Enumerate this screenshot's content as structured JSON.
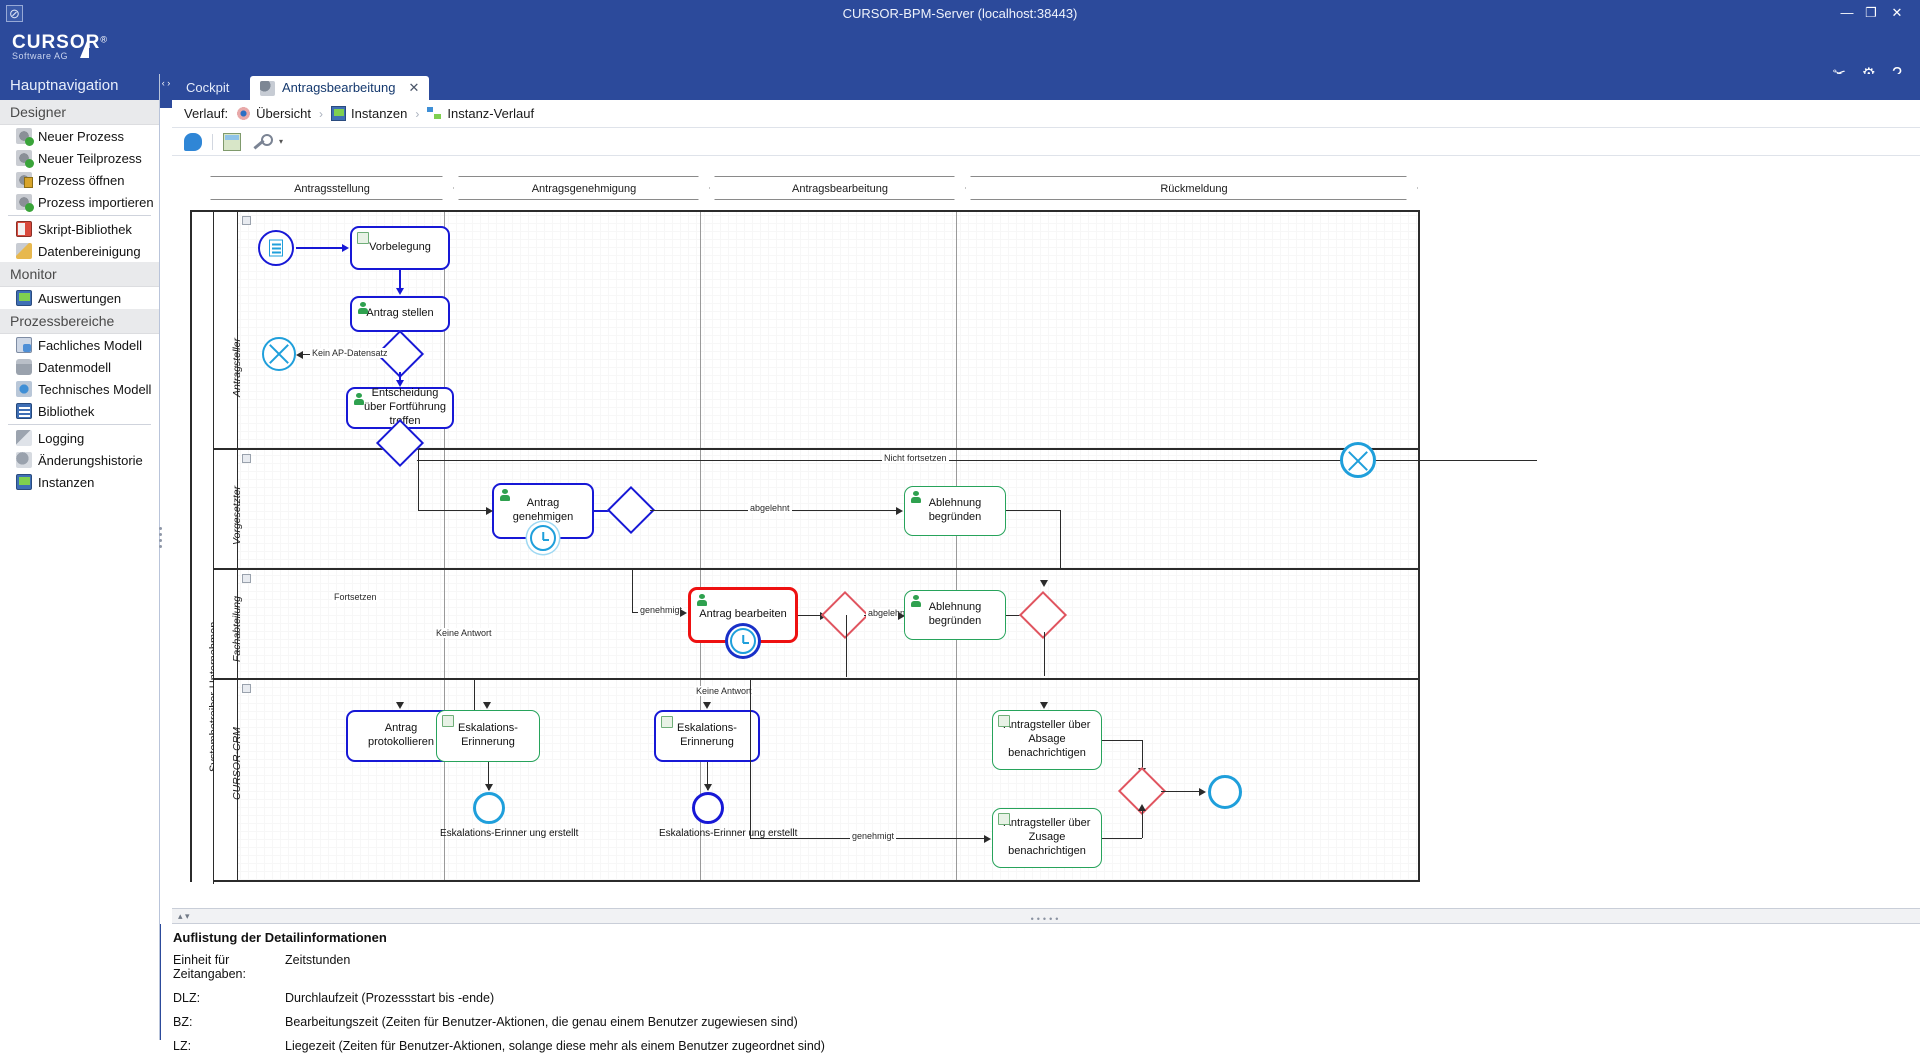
{
  "window": {
    "title": "CURSOR-BPM-Server (localhost:38443)",
    "minimize": "—",
    "maximize": "❐",
    "close": "✕",
    "app_icon": "circle-slash-icon",
    "header_icons": [
      "tools-icon",
      "gear-lock-icon",
      "help-icon"
    ],
    "header_icon_glyphs": [
      "✂",
      "⚙",
      "?"
    ]
  },
  "brand": {
    "name": "CURSOR",
    "trademark": "®",
    "subtitle": "Software AG"
  },
  "sidebar": {
    "title": "Hauptnavigation",
    "collapse_glyph": "‹ ›",
    "groups": [
      {
        "label": "Designer",
        "items": [
          {
            "label": "Neuer Prozess",
            "icon": "gearplus"
          },
          {
            "label": "Neuer Teilprozess",
            "icon": "gearplus"
          },
          {
            "label": "Prozess öffnen",
            "icon": "gearlock"
          },
          {
            "label": "Prozess importieren",
            "icon": "gearplus"
          },
          {
            "label": "Skript-Bibliothek",
            "icon": "script",
            "after_sep": false,
            "before_sep": true
          },
          {
            "label": "Datenbereinigung",
            "icon": "broom"
          }
        ]
      },
      {
        "label": "Monitor",
        "items": [
          {
            "label": "Auswertungen",
            "icon": "monitor"
          }
        ]
      },
      {
        "label": "Prozessbereiche",
        "items": [
          {
            "label": "Fachliches Modell",
            "icon": "model"
          },
          {
            "label": "Datenmodell",
            "icon": "db"
          },
          {
            "label": "Technisches Modell",
            "icon": "cog"
          },
          {
            "label": "Bibliothek",
            "icon": "book",
            "before_sep": false
          },
          {
            "label": "Logging",
            "icon": "log",
            "before_sep": true
          },
          {
            "label": "Änderungshistorie",
            "icon": "hist"
          },
          {
            "label": "Instanzen",
            "icon": "monitor"
          }
        ]
      }
    ]
  },
  "tabs": [
    {
      "label": "Cockpit",
      "active": false,
      "closable": false
    },
    {
      "label": "Antragsbearbeitung",
      "active": true,
      "closable": true,
      "close_glyph": "✕"
    }
  ],
  "breadcrumb": {
    "prefix": "Verlauf:",
    "separator": "›",
    "items": [
      {
        "label": "Übersicht",
        "icon": "eye-icon"
      },
      {
        "label": "Instanzen",
        "icon": "monitor-icon"
      },
      {
        "label": "Instanz-Verlauf",
        "icon": "flow-icon"
      }
    ]
  },
  "toolbar": {
    "buttons": [
      {
        "name": "comment-icon"
      },
      {
        "name": "screenshot-icon"
      },
      {
        "name": "wrench-icon",
        "caret": "▾"
      }
    ]
  },
  "diagram": {
    "phases": [
      "Antragsstellung",
      "Antragsgenehmigung",
      "Antragsbearbeitung",
      "Rückmeldung"
    ],
    "pool": "Systembetreiber-Unternehmen",
    "lanes": [
      "Antragsteller",
      "Vorgesetzter",
      "Fachabteilung",
      "CURSOR-CRM"
    ],
    "tasks": {
      "vorbelegung": "Vorbelegung",
      "antrag_stellen": "Antrag stellen",
      "entscheidung": "Entscheidung über Fortführung treffen",
      "antrag_genehmigen": "Antrag genehmigen",
      "ablehnung_begruenden_1": "Ablehnung begründen",
      "antrag_bearbeiten": "Antrag bearbeiten",
      "ablehnung_begruenden_2": "Ablehnung begründen",
      "antrag_protokollieren": "Antrag protokollieren",
      "eskalation_1": "Eskalations-Erinnerung",
      "eskalation_2": "Eskalations-Erinnerung",
      "absage": "Antragsteller über Absage benachrichtigen",
      "zusage": "Antragsteller über Zusage benachrichtigen"
    },
    "edge_labels": {
      "kein_ap": "Kein AP-Datensatz",
      "nicht_fortsetzen": "Nicht fortsetzen",
      "fortsetzen": "Fortsetzen",
      "abgelehnt_1": "abgelehnt",
      "abgelehnt_2": "abgelehnt",
      "genehmigt_1": "genehmigt",
      "genehmigt_2": "genehmigt",
      "keine_antwort_1": "Keine Antwort",
      "keine_antwort_2": "Keine Antwort"
    },
    "event_captions": {
      "eskal_erstellt_1": "Eskalations-Erinner ung erstellt",
      "eskal_erstellt_2": "Eskalations-Erinner ung erstellt"
    },
    "colors": {
      "active_blue": "#1718d6",
      "completed_green": "#27a35b",
      "current_red": "#ee1111",
      "event_cyan": "#1f9fdb",
      "gateway_red": "#e0545f"
    }
  },
  "detail": {
    "title": "Auflistung der Detailinformationen",
    "rows": [
      {
        "key": "Einheit für Zeitangaben:",
        "value": "Zeitstunden"
      },
      {
        "key": "DLZ:",
        "value": "Durchlaufzeit (Prozessstart bis -ende)"
      },
      {
        "key": "BZ:",
        "value": "Bearbeitungszeit (Zeiten für Benutzer-Aktionen, die genau einem Benutzer zugewiesen sind)"
      },
      {
        "key": "LZ:",
        "value": "Liegezeit (Zeiten für Benutzer-Aktionen, solange diese mehr als einem Benutzer zugeordnet sind)"
      }
    ],
    "grip_dots": "•••••"
  }
}
